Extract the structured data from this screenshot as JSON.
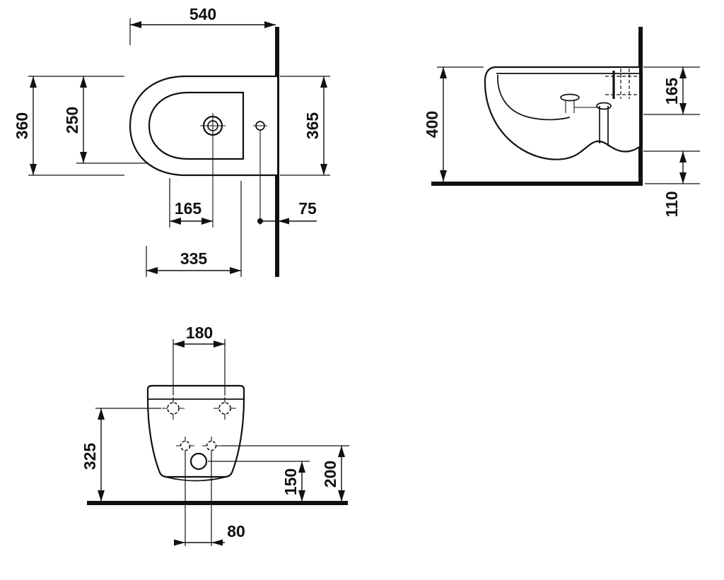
{
  "colors": {
    "line": "#111111",
    "background": "#ffffff"
  },
  "views": {
    "plan": {
      "dim_depth": "540",
      "dim_width_left": "360",
      "dim_inner_width": "250",
      "dim_width_right": "365",
      "dim_tap_offset": "165",
      "dim_rear_offset": "75",
      "dim_bowl_length": "335"
    },
    "side": {
      "dim_height": "400",
      "dim_rim_to_outlet": "165",
      "dim_outlet_to_floor": "110"
    },
    "rear": {
      "dim_fixing_spacing": "180",
      "dim_fixing_height": "325",
      "dim_drain_height": "150",
      "dim_supply_height": "200",
      "dim_supply_spacing": "80"
    }
  }
}
